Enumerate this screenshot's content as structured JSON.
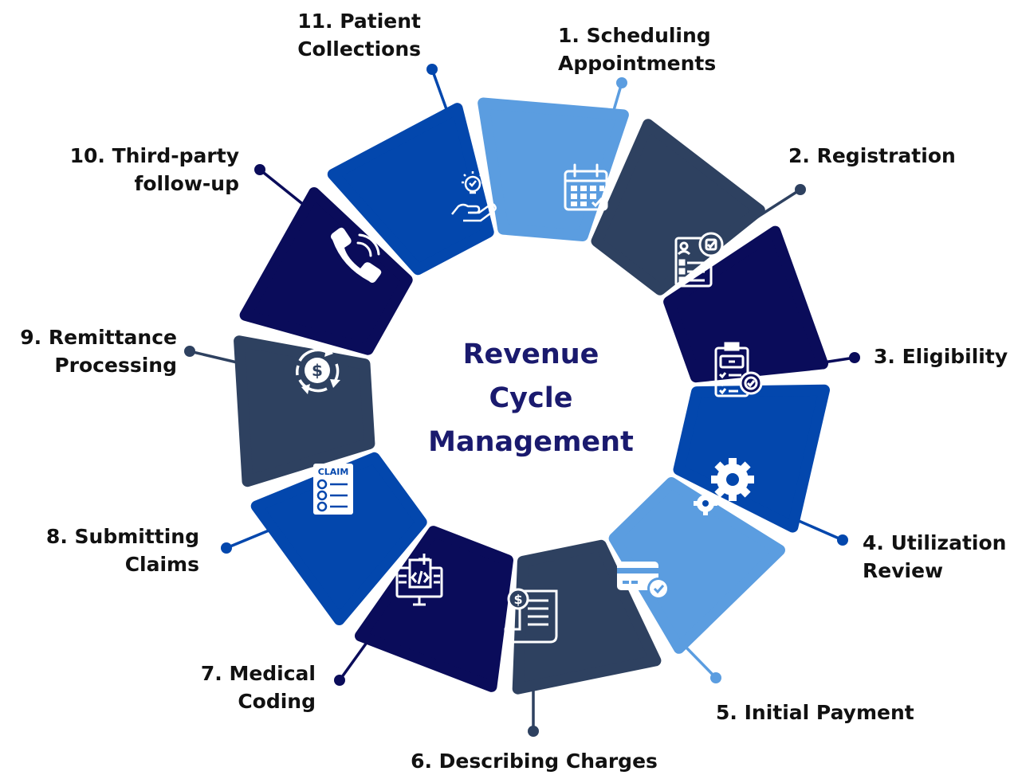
{
  "center": {
    "line1": "Revenue",
    "line2": "Cycle",
    "line3": "Management"
  },
  "colors": {
    "navy": "#0a0c5a",
    "royal": "#0347ad",
    "slate": "#2e4160",
    "sky": "#5b9de0",
    "title": "#1a1a6e"
  },
  "steps": [
    {
      "line1": "1. Scheduling",
      "line2": "Appointments",
      "icon": "calendar-icon",
      "color": "sky"
    },
    {
      "line1": "2. Registration",
      "line2": "",
      "icon": "registration-form-icon",
      "color": "slate"
    },
    {
      "line1": "3. Eligibility",
      "line2": "",
      "icon": "eligibility-clipboard-icon",
      "color": "navy"
    },
    {
      "line1": "4. Utilization",
      "line2": "Review",
      "icon": "gears-icon",
      "color": "royal"
    },
    {
      "line1": "5. Initial Payment",
      "line2": "",
      "icon": "credit-card-icon",
      "color": "sky"
    },
    {
      "line1": "6. Describing Charges",
      "line2": "",
      "icon": "invoice-icon",
      "color": "slate"
    },
    {
      "line1": "7. Medical",
      "line2": "Coding",
      "icon": "code-monitor-icon",
      "color": "navy"
    },
    {
      "line1": "8. Submitting",
      "line2": "Claims",
      "icon": "claim-form-icon",
      "color": "royal"
    },
    {
      "line1": "9. Remittance",
      "line2": "Processing",
      "icon": "dollar-cycle-icon",
      "color": "slate"
    },
    {
      "line1": "10. Third-party",
      "line2": "follow-up",
      "icon": "phone-icon",
      "color": "navy"
    },
    {
      "line1": "11. Patient",
      "line2": "Collections",
      "icon": "hand-bulb-icon",
      "color": "royal"
    }
  ],
  "claim_icon_text": "CLAIM"
}
